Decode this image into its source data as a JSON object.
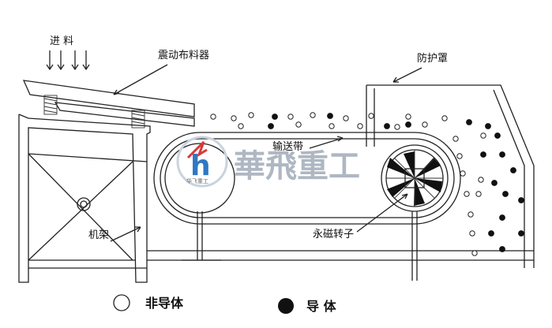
{
  "labels": {
    "feed": "进  料",
    "vibrating_feeder": "震动布料器",
    "guard_cover": "防护罩",
    "conveyor_belt": "输送带",
    "magnetic_rotor": "永磁转子",
    "frame": "机架"
  },
  "legend": {
    "non_conductor": "非导体",
    "conductor": "导  体"
  },
  "watermark": {
    "text": "華飛重工",
    "logo_letter": "h",
    "logo_caption": "华飞重工"
  },
  "colors": {
    "line": "#222222",
    "particle_dark": "#111111",
    "watermark": "#9aa6b4",
    "logo_blue": "#2f78c4",
    "logo_red": "#d83a3a"
  }
}
